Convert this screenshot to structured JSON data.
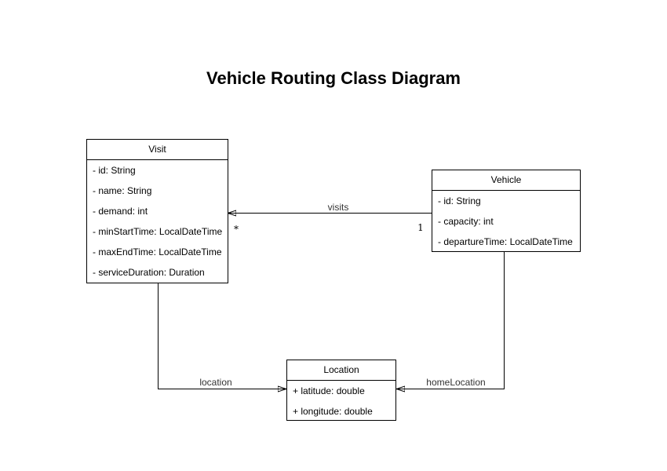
{
  "title": "Vehicle Routing Class Diagram",
  "colors": {
    "background": "#ffffff",
    "stroke": "#000000",
    "text": "#000000",
    "edge_label": "#333333"
  },
  "classes": [
    {
      "name": "Visit",
      "attributes": [
        "- id: String",
        "- name: String",
        "- demand: int",
        "- minStartTime: LocalDateTime",
        "- maxEndTime: LocalDateTime",
        "- serviceDuration: Duration"
      ]
    },
    {
      "name": "Vehicle",
      "attributes": [
        "- id: String",
        "- capacity: int",
        "- departureTime: LocalDateTime"
      ]
    },
    {
      "name": "Location",
      "attributes": [
        "+ latitude: double",
        "+ longitude: double"
      ]
    }
  ],
  "edges": [
    {
      "label": "visits",
      "from": "Vehicle",
      "to": "Visit",
      "source_multiplicity": "1",
      "target_multiplicity": "*"
    },
    {
      "label": "location",
      "from": "Visit",
      "to": "Location"
    },
    {
      "label": "homeLocation",
      "from": "Vehicle",
      "to": "Location"
    }
  ]
}
